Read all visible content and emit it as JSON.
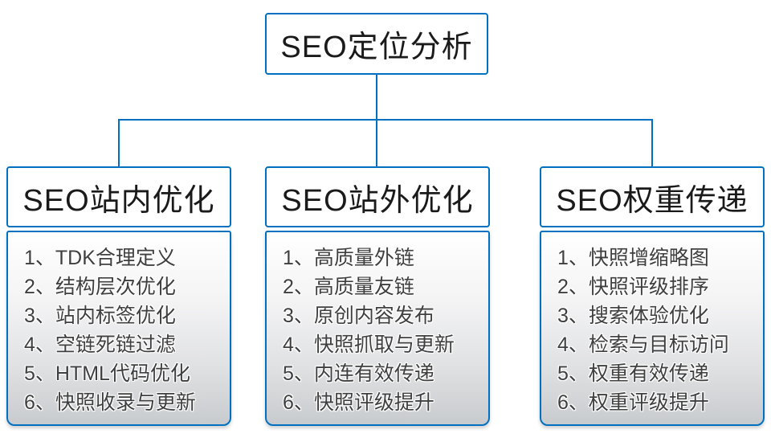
{
  "diagram": {
    "root": {
      "label": "SEO定位分析"
    },
    "columns": [
      {
        "header": "SEO站内优化",
        "items": [
          "1、TDK合理定义",
          "2、结构层次优化",
          "3、站内标签优化",
          "4、空链死链过滤",
          "5、HTML代码优化",
          "6、快照收录与更新"
        ]
      },
      {
        "header": "SEO站外优化",
        "items": [
          "1、高质量外链",
          "2、高质量友链",
          "3、原创内容发布",
          "4、快照抓取与更新",
          "5、内连有效传递",
          "6、快照评级提升"
        ]
      },
      {
        "header": "SEO权重传递",
        "items": [
          "1、快照增缩略图",
          "2、快照评级排序",
          "3、搜索体验优化",
          "4、检索与目标访问",
          "5、权重有效传递",
          "6、权重评级提升"
        ]
      }
    ],
    "colors": {
      "connector_line": "#0070c0",
      "box_border": "#0070c0",
      "header_text": "#1a1a1a",
      "item_text": "#3f3f3f",
      "list_gradient_top": "#ffffff",
      "list_gradient_bottom": "#c8cbce"
    }
  }
}
